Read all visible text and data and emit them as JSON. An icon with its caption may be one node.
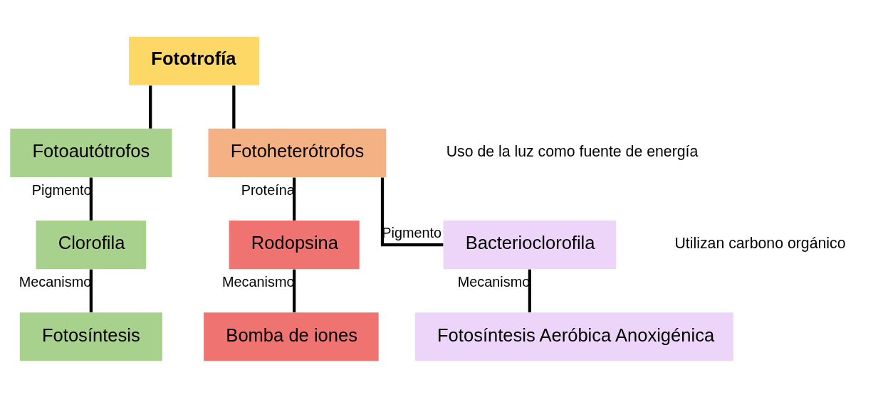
{
  "diagram": {
    "nodes": [
      {
        "text": [
          "Fototrofía"
        ]
      },
      {
        "text": [
          "Fotoautótrofos"
        ]
      },
      {
        "text": [
          "Fotoheterótrofos"
        ]
      },
      {
        "text": [
          "Clorofila"
        ]
      },
      {
        "text": [
          "Rodopsina"
        ]
      },
      {
        "text": [
          "Bacterioclorofila"
        ]
      },
      {
        "text": [
          "Fotosíntesis"
        ]
      },
      {
        "text": [
          "Bomba de iones"
        ]
      },
      {
        "text": [
          "Fotosíntesis Aeróbica Anoxigénica"
        ]
      }
    ],
    "edges": [
      {
        "from": 0,
        "to": 1,
        "arrow": "none"
      },
      {
        "from": 0,
        "to": 2,
        "arrow": "none"
      },
      {
        "from": 1,
        "to": 3,
        "arrow": "none",
        "label": "Pigmento"
      },
      {
        "from": 2,
        "to": 4,
        "arrow": "none",
        "label": "Proteína"
      },
      {
        "from": 2,
        "to": 5,
        "arrow": "none",
        "label": "Pigmento"
      },
      {
        "from": 3,
        "to": 6,
        "arrow": "none",
        "label": "Mecanismo"
      },
      {
        "from": 4,
        "to": 7,
        "arrow": "none",
        "label": "Mecanismo"
      },
      {
        "from": 5,
        "to": 8,
        "arrow": "none",
        "label": "Mecanismo"
      }
    ],
    "labels": [
      "Uso de la luz como fuente de energía",
      "Utilizan carbono orgánico"
    ]
  }
}
